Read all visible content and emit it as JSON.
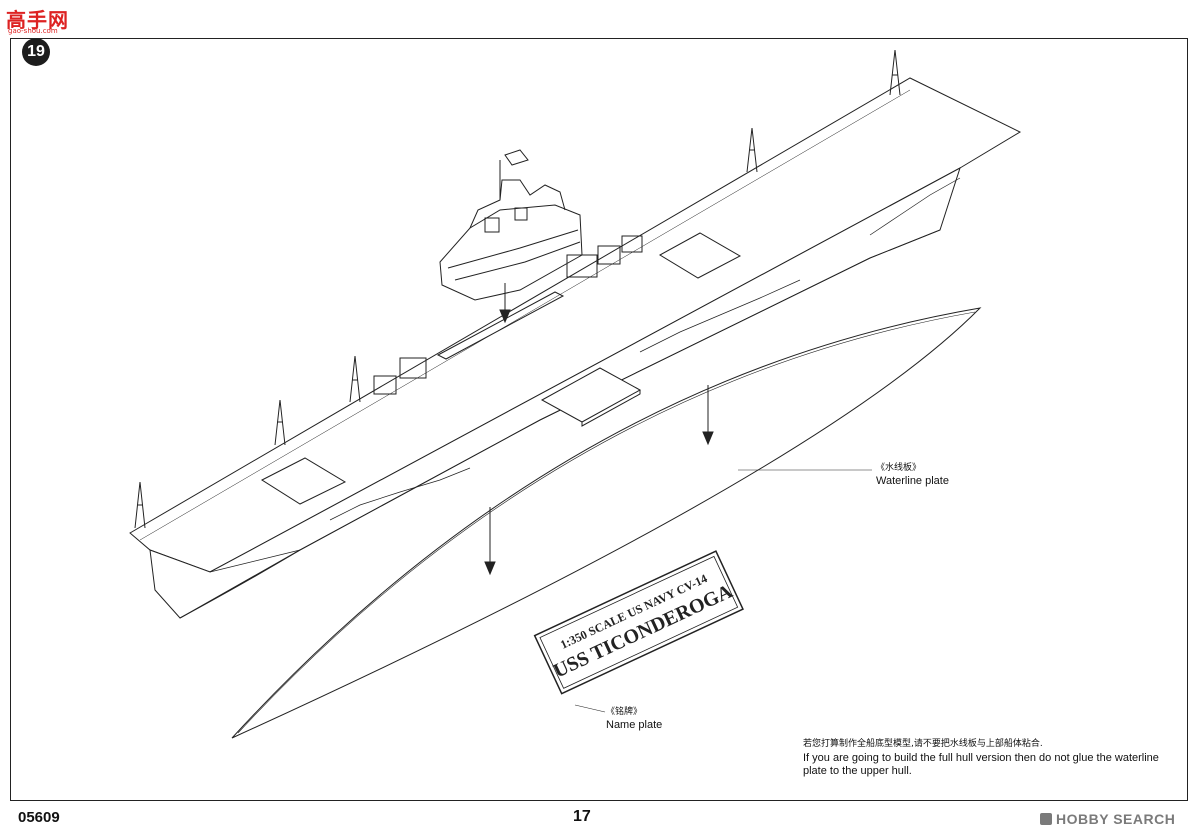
{
  "logo": {
    "text": "高手网",
    "url": "gao-shou.com"
  },
  "step_number": "19",
  "labels": {
    "waterline": {
      "cn": "《水线板》",
      "en": "Waterline plate"
    },
    "nameplate": {
      "cn": "《铭牌》",
      "en": "Name plate"
    }
  },
  "nameplate_text": {
    "line1": "1:350 SCALE US NAVY CV-14",
    "line2": "USS TICONDEROGA"
  },
  "note": {
    "cn": "若您打算制作全船底型模型,请不要把水线板与上部船体粘合.",
    "en": "If you are going to build the full hull version then do not glue the waterline plate to the upper hull."
  },
  "footer": {
    "code": "05609",
    "page": "17"
  },
  "watermark": {
    "text": "HOBBY SEARCH",
    "icon": "hobby-search-logo-icon"
  }
}
